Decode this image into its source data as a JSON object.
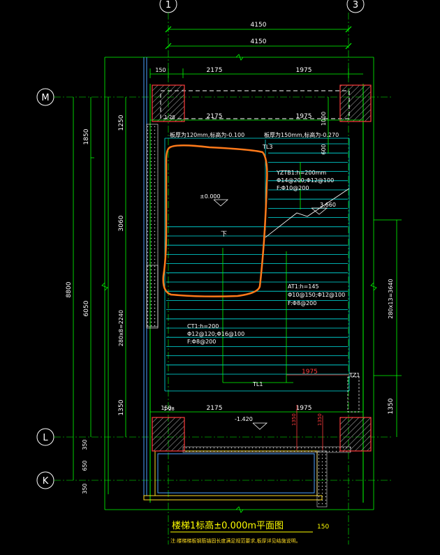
{
  "colors": {
    "background": "#000000",
    "dimension": "#00ff00",
    "wall": "#ff3b3b",
    "highlight": "#ff7a1a",
    "stair": "#00e5e5",
    "label_white": "#ffffff",
    "title_yellow": "#ffff00",
    "rebar_green": "#00ff40",
    "slab_yellow": "#ffdd22",
    "blue_line": "#4aa0ff"
  },
  "axes": {
    "top_left": "1",
    "top_right": "3",
    "row_m": "M",
    "row_l": "L",
    "row_k": "K"
  },
  "dimensions": {
    "top_overall_1": "4150",
    "top_overall_2": "4150",
    "span_150": "150",
    "span_2175_top": "2175",
    "span_1975_top": "1975",
    "span_2175_mid": "2175",
    "span_1975_mid": "1975",
    "span_2175_bottom": "2175",
    "span_1975_bottom": "1975",
    "span_150_bottom": "150",
    "small_150": "150",
    "span_1975_red": "1975",
    "left_8800": "8800",
    "left_1850": "1850",
    "left_6050": "6050",
    "left_1250": "1250",
    "left_3060": "3060",
    "left_2804": "280x8=2240",
    "left_1350": "1350",
    "left_350_a": "350",
    "left_650": "650",
    "left_350_b": "350",
    "right_1000": "1000",
    "right_600": "600",
    "right_2804": "280x13=3640",
    "right_1350": "1350",
    "red_1350_a": "1350",
    "red_1350_b": "1350"
  },
  "labels": {
    "stair_note_left": "板厚为120mm,标高为-0.100",
    "stair_note_right": "板厚为150mm,标高为-0.270",
    "tl3": "TL3",
    "yztb": "YZTB1:h=200mm",
    "yztb_r1": "Φ14@200;Φ12@100",
    "yztb_r2": "F:Φ10@200",
    "level_0": "±0.000",
    "level_3660": "3.660",
    "arrow_down": "下",
    "at1": "AT1:h=145",
    "at1_r1": "Φ10@150;Φ12@100",
    "at1_r2": "F:Φ8@200",
    "ct1": "CT1:h=200",
    "ct1_r1": "Φ12@120;Φ16@100",
    "ct1_r2": "F:Φ8@200",
    "tl1": "TL1",
    "tz1": "TZ1",
    "level_1420": "-1.420",
    "pillar_a": "1-28",
    "pillar_b": "1-28"
  },
  "title": {
    "main": "楼梯1标高±0.000m平面图",
    "scale_note": "150",
    "footnote": "注:楼梯梯板钢筋锚固长度满足规范要求,板厚详见结施说明。"
  }
}
